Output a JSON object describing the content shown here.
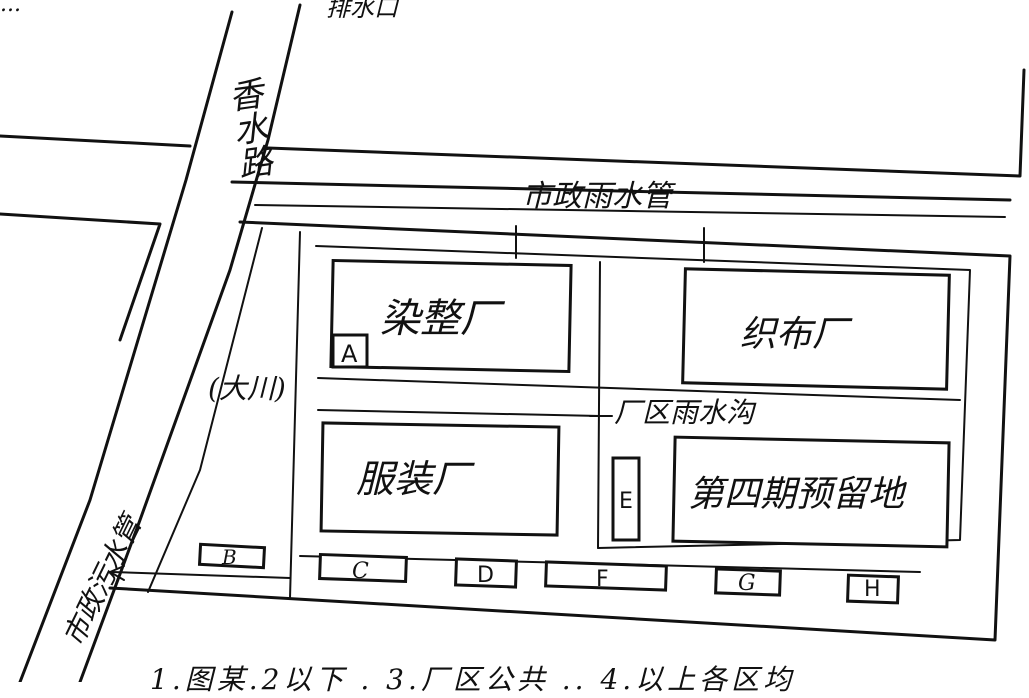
{
  "roads": {
    "top_left": "...",
    "top_label": "排水口",
    "main_road": "香水路",
    "drain_top": "市政雨水管",
    "drain_left": "市政污水管"
  },
  "plant": {
    "dyeing": "染整厂",
    "weaving": "织布厂",
    "garment": "服装厂",
    "reserved": "第四期预留地",
    "river_label": "厂区雨水沟",
    "canal": "(大川)"
  },
  "points": {
    "A": "A",
    "B": "B",
    "C": "C",
    "D": "D",
    "E": "E",
    "F": "F",
    "G": "G",
    "H": "H"
  },
  "bottom_note": "1.图某.2以下 . 3.厂区公共 .. 4.以上各区均"
}
